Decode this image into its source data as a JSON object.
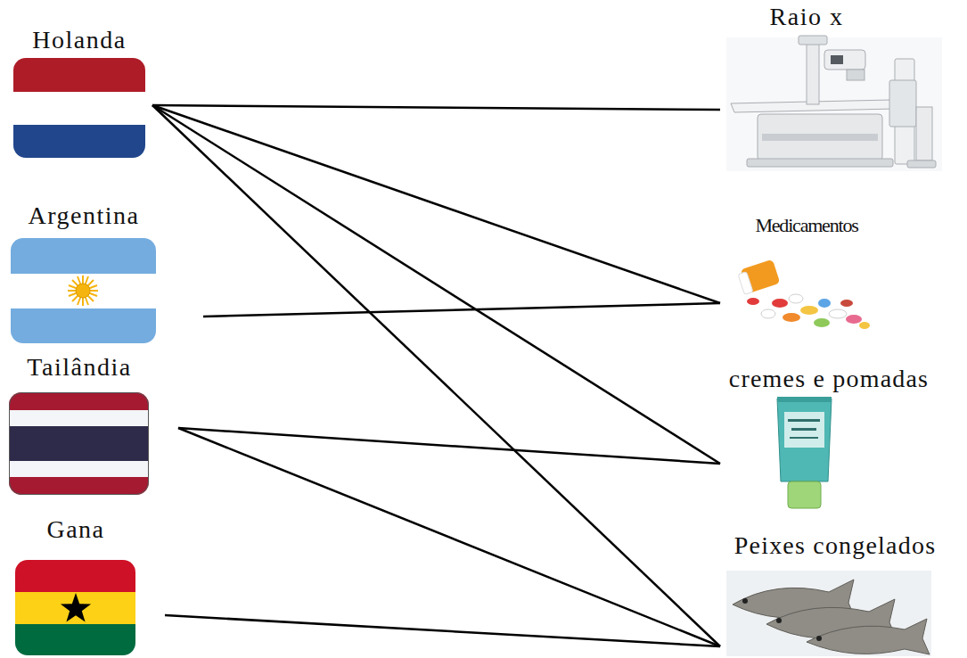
{
  "diagram": {
    "nodes": [
      {
        "text": [
          "Holanda"
        ]
      },
      {
        "text": [
          "Argentina"
        ]
      },
      {
        "text": [
          "Tailândia"
        ]
      },
      {
        "text": [
          "Gana"
        ]
      },
      {
        "text": [
          "Raio x"
        ]
      },
      {
        "text": [
          "Medicamentos"
        ]
      },
      {
        "text": [
          "cremes e pomadas"
        ]
      },
      {
        "text": [
          "Peixes congelados"
        ]
      }
    ],
    "edges": [
      {
        "from": 0,
        "to": 4,
        "arrow": "none"
      },
      {
        "from": 0,
        "to": 5,
        "arrow": "none"
      },
      {
        "from": 0,
        "to": 6,
        "arrow": "none"
      },
      {
        "from": 0,
        "to": 7,
        "arrow": "none"
      },
      {
        "from": 1,
        "to": 5,
        "arrow": "none"
      },
      {
        "from": 2,
        "to": 6,
        "arrow": "none"
      },
      {
        "from": 2,
        "to": 7,
        "arrow": "none"
      },
      {
        "from": 3,
        "to": 7,
        "arrow": "none"
      }
    ]
  }
}
